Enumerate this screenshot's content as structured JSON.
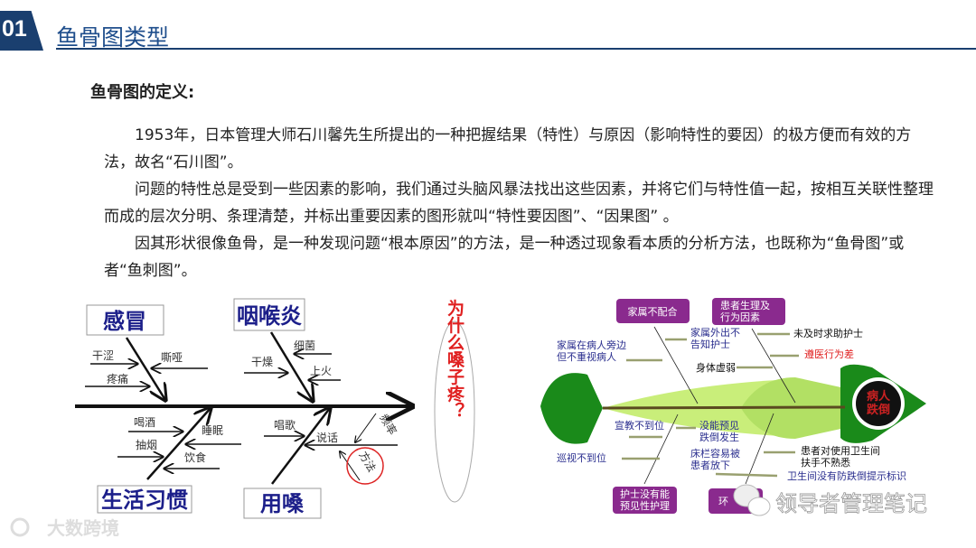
{
  "header": {
    "number": "01",
    "title": "鱼骨图类型"
  },
  "section_heading": "鱼骨图的定义:",
  "paragraphs": [
    "1953年，日本管理大师石川馨先生所提出的一种把握结果（特性）与原因（影响特性的要因）的极方便而有效的方法，故名“石川图”。",
    "问题的特性总是受到一些因素的影响，我们通过头脑风暴法找出这些因素，并将它们与特性值一起，按相互关联性整理而成的层次分明、条理清楚，并标出重要因素的图形就叫“特性要因图”、“因果图” 。",
    "因其形状很像鱼骨，是一种发现问题“根本原因”的方法，是一种透过现象看本质的分析方法，也既称为“鱼骨图”或者“鱼刺图”。"
  ],
  "left_diagram": {
    "problem": "为什么嗓子疼？",
    "categories": [
      "感冒",
      "咽喉炎",
      "生活习惯",
      "用嗓"
    ],
    "causes": {
      "cold": [
        "干涩",
        "嘶哑",
        "疼痛"
      ],
      "pharyngitis": [
        "细菌",
        "干燥",
        "上火"
      ],
      "habits": [
        "喝酒",
        "睡眠",
        "抽烟",
        "饮食"
      ],
      "voice": [
        "唱歌",
        "说话",
        "频率",
        "方法"
      ]
    },
    "watermark": "大数跨境"
  },
  "right_diagram": {
    "head": "病人跌倒",
    "categories": [
      "家属不配合",
      "患者生理及行为因素",
      "护士没有能预见性护理",
      "环"
    ],
    "causes": [
      "家属外出不告知护士",
      "家属在病人旁边但不重视病人",
      "未及时求助护士",
      "遵医行为差",
      "身体虚弱",
      "宣教不到位",
      "没能预见跌倒发生",
      "巡视不到位",
      "床栏容易被患者放下",
      "患者对使用卫生间扶手不熟悉",
      "卫生间没有防跌倒提示标识"
    ],
    "watermark": "领导者管理笔记"
  },
  "colors": {
    "accent": "#1a3f6f",
    "category_text": "#1c1f8a",
    "highlight_red": "#e02020",
    "box_purple": "#8a2a8e",
    "fish_green": "#1a8a1a"
  }
}
